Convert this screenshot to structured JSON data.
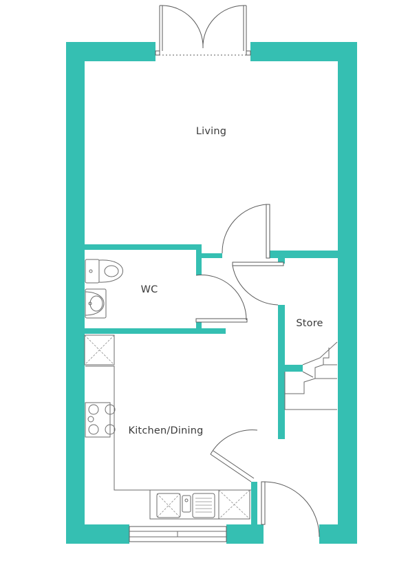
{
  "colors": {
    "wall": "#35bfb2",
    "fixture_line": "#6a6a6a",
    "label_text": "#3a3a3a",
    "background": "#ffffff"
  },
  "rooms": {
    "living": "Living",
    "wc": "WC",
    "store": "Store",
    "kitchen_dining": "Kitchen/Dining"
  },
  "icons": {
    "toilet": "toilet-icon",
    "basin": "basin-icon",
    "hob": "hob-icon",
    "sink": "sink-icon",
    "appliance": "appliance-icon",
    "stairs": "stairs-icon",
    "door": "door-icon",
    "window": "window-icon"
  }
}
